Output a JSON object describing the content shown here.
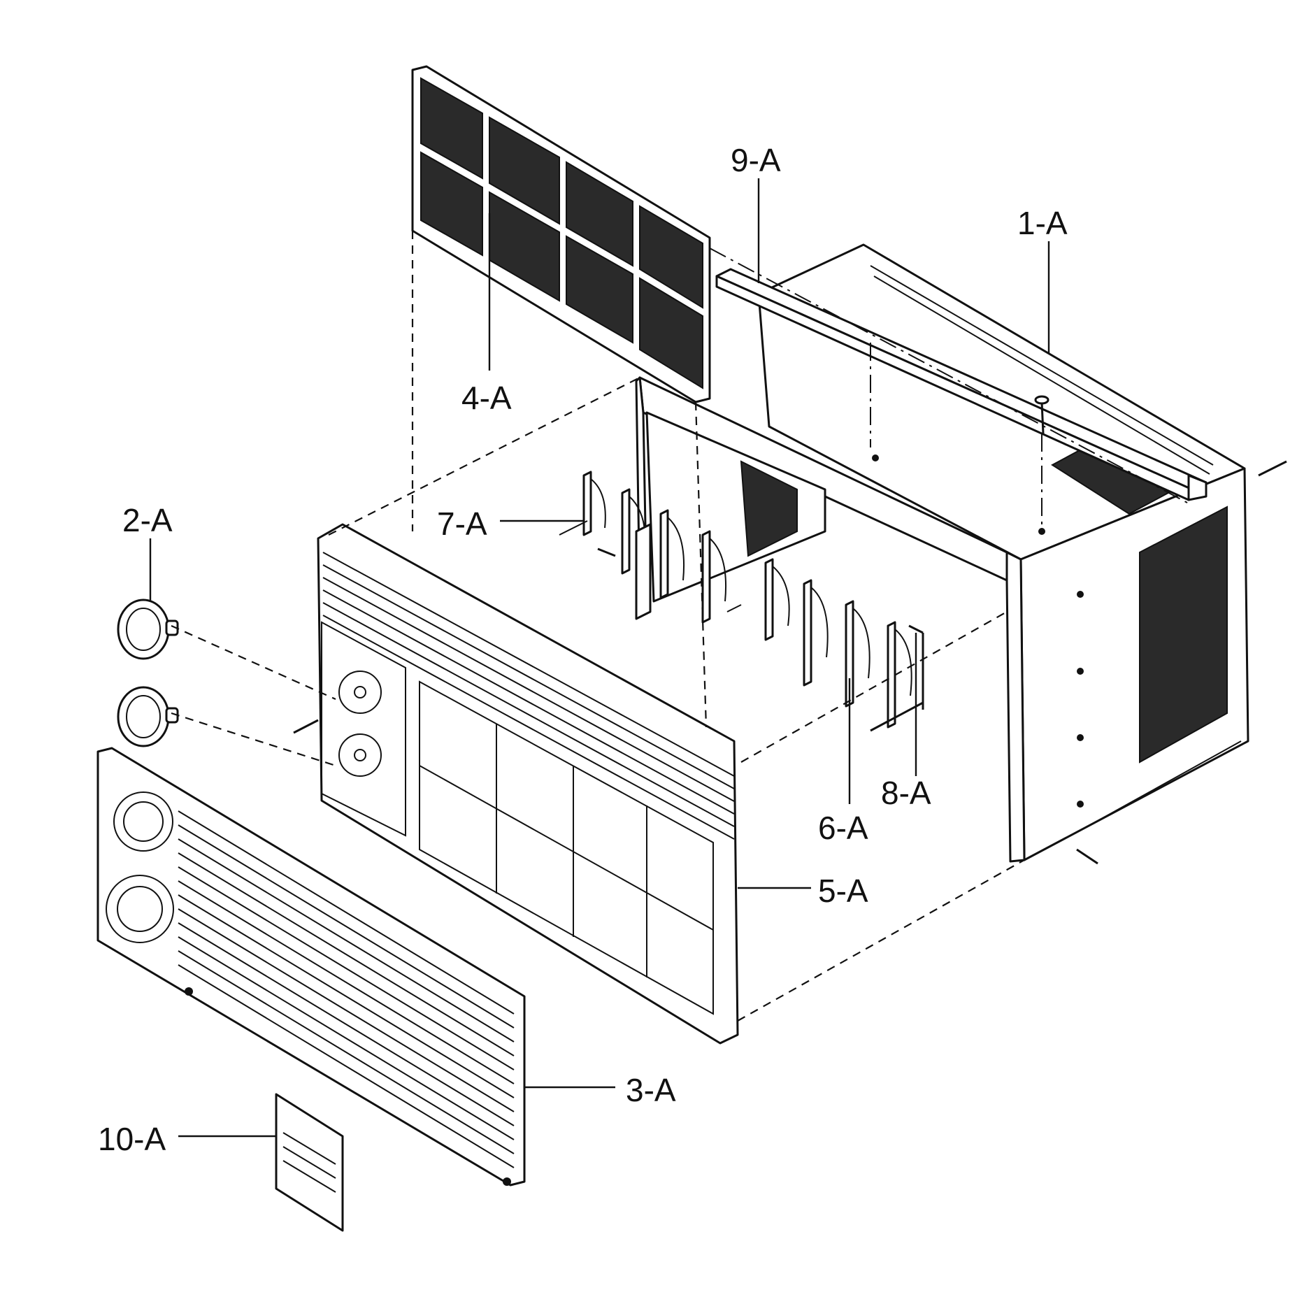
{
  "labels": {
    "part_1": "1-A",
    "part_2": "2-A",
    "part_3": "3-A",
    "part_4": "4-A",
    "part_5": "5-A",
    "part_6": "6-A",
    "part_7": "7-A",
    "part_8": "8-A",
    "part_9": "9-A",
    "part_10": "10-A"
  }
}
